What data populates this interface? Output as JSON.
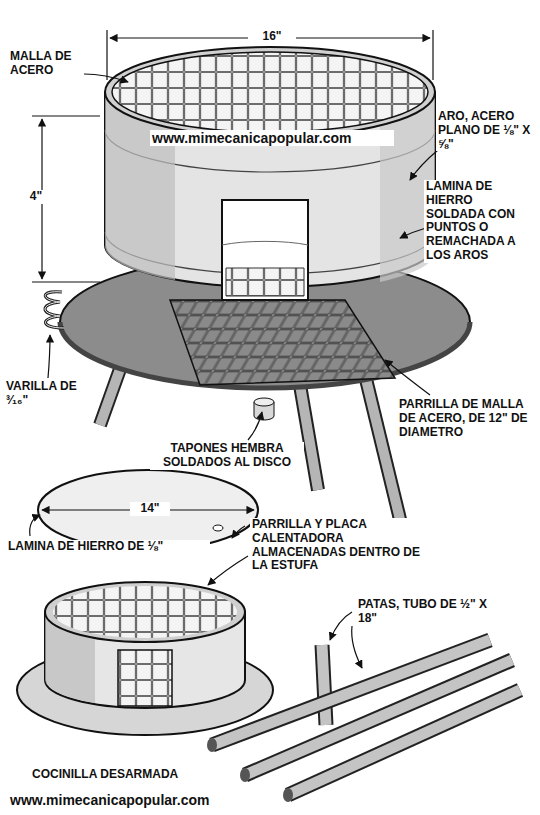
{
  "diagram": {
    "labels": [
      "16\"",
      "MALLA DE ACERO",
      "4\"",
      "www.mimecanicapopular.com",
      "ARO, ACERO PLANO DE ⅛\" X ⅝\"",
      "LAMINA DE HIERRO SOLDADA CON PUNTOS O REMACHADA A LOS AROS",
      "VARILLA DE ³⁄₁₆\"",
      "TAPONES HEMBRA SOLDADOS AL DISCO",
      "PARRILLA DE MALLA DE ACERO, DE 12\" DE DIAMETRO",
      "14\"",
      "LAMINA DE HIERRO DE ⅛\"",
      "PARRILLA Y PLACA CALENTADORA ALMACENADAS DENTRO DE LA ESTUFA",
      "PATAS, TUBO DE ½\" X 18\"",
      "COCINILLA DESARMADA",
      "www.mimecanicapopular.com"
    ]
  }
}
